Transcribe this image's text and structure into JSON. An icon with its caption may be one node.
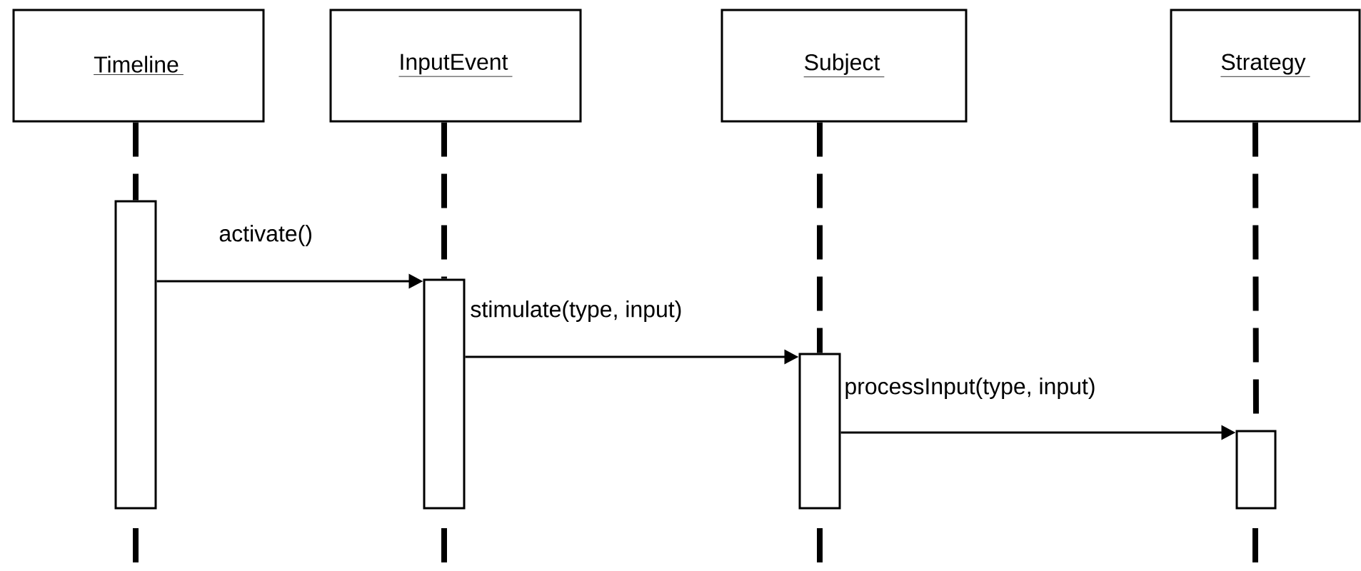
{
  "diagram": {
    "nodes": [
      {
        "text": [
          "Timeline"
        ]
      },
      {
        "text": [
          "InputEvent"
        ]
      },
      {
        "text": [
          "Subject"
        ]
      },
      {
        "text": [
          "Strategy"
        ]
      },
      {
        "text": [],
        "shape": "bar"
      },
      {
        "text": [],
        "shape": "bar"
      },
      {
        "text": [],
        "shape": "bar"
      },
      {
        "text": [],
        "shape": "bar"
      }
    ],
    "edges": [
      {
        "from": 0,
        "to": 4,
        "arrow": "none",
        "style": "dashed"
      },
      {
        "from": 1,
        "to": 5,
        "arrow": "none",
        "style": "dashed"
      },
      {
        "from": 2,
        "to": 6,
        "arrow": "none",
        "style": "dashed"
      },
      {
        "from": 3,
        "to": 7,
        "arrow": "none",
        "style": "dashed"
      },
      {
        "from": 4,
        "to": 5,
        "arrow": "to",
        "label": "activate()"
      },
      {
        "from": 5,
        "to": 6,
        "arrow": "to",
        "label": "stimulate(type, input)"
      },
      {
        "from": 6,
        "to": 7,
        "arrow": "to",
        "label": "processInput(type, input)"
      }
    ]
  }
}
